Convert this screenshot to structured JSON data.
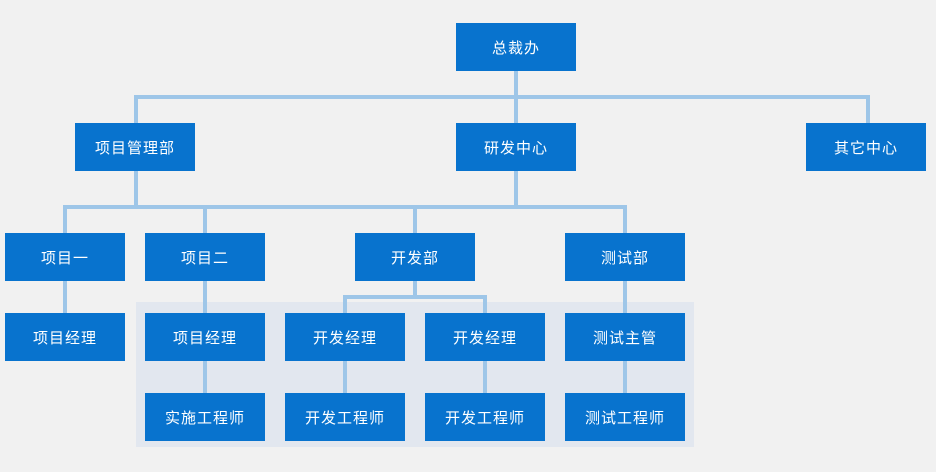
{
  "diagram": {
    "type": "org-chart",
    "title_text": "",
    "colors": {
      "canvas_background": "#f1f1f1",
      "node_fill": "#0873ce",
      "node_text": "#ffffff",
      "connector_line": "#9ec6e8",
      "group_panel": "#e2e7ef"
    },
    "nodes": [
      {
        "id": "ceo",
        "label": "总裁办",
        "level": 0
      },
      {
        "id": "pmo",
        "label": "项目管理部",
        "level": 1
      },
      {
        "id": "rnd",
        "label": "研发中心",
        "level": 1
      },
      {
        "id": "other",
        "label": "其它中心",
        "level": 1
      },
      {
        "id": "proj1",
        "label": "项目一",
        "level": 2
      },
      {
        "id": "proj2",
        "label": "项目二",
        "level": 2
      },
      {
        "id": "devdept",
        "label": "开发部",
        "level": 2
      },
      {
        "id": "testdept",
        "label": "测试部",
        "level": 2
      },
      {
        "id": "pm1",
        "label": "项目经理",
        "level": 3
      },
      {
        "id": "pm2",
        "label": "项目经理",
        "level": 3
      },
      {
        "id": "devmgr1",
        "label": "开发经理",
        "level": 3
      },
      {
        "id": "devmgr2",
        "label": "开发经理",
        "level": 3
      },
      {
        "id": "testlead",
        "label": "测试主管",
        "level": 3
      },
      {
        "id": "impleng",
        "label": "实施工程师",
        "level": 4
      },
      {
        "id": "deveng1",
        "label": "开发工程师",
        "level": 4
      },
      {
        "id": "deveng2",
        "label": "开发工程师",
        "level": 4
      },
      {
        "id": "testeng",
        "label": "测试工程师",
        "level": 4
      }
    ],
    "edges": [
      {
        "from": "ceo",
        "to": "pmo"
      },
      {
        "from": "ceo",
        "to": "rnd"
      },
      {
        "from": "ceo",
        "to": "other"
      },
      {
        "from": "pmo",
        "to": "proj1"
      },
      {
        "from": "pmo",
        "to": "proj2"
      },
      {
        "from": "rnd",
        "to": "devdept"
      },
      {
        "from": "rnd",
        "to": "testdept"
      },
      {
        "from": "proj1",
        "to": "pm1"
      },
      {
        "from": "proj2",
        "to": "pm2"
      },
      {
        "from": "devdept",
        "to": "devmgr1"
      },
      {
        "from": "devdept",
        "to": "devmgr2"
      },
      {
        "from": "testdept",
        "to": "testlead"
      },
      {
        "from": "pm2",
        "to": "impleng"
      },
      {
        "from": "devmgr1",
        "to": "deveng1"
      },
      {
        "from": "devmgr2",
        "to": "deveng2"
      },
      {
        "from": "testlead",
        "to": "testeng"
      }
    ]
  }
}
